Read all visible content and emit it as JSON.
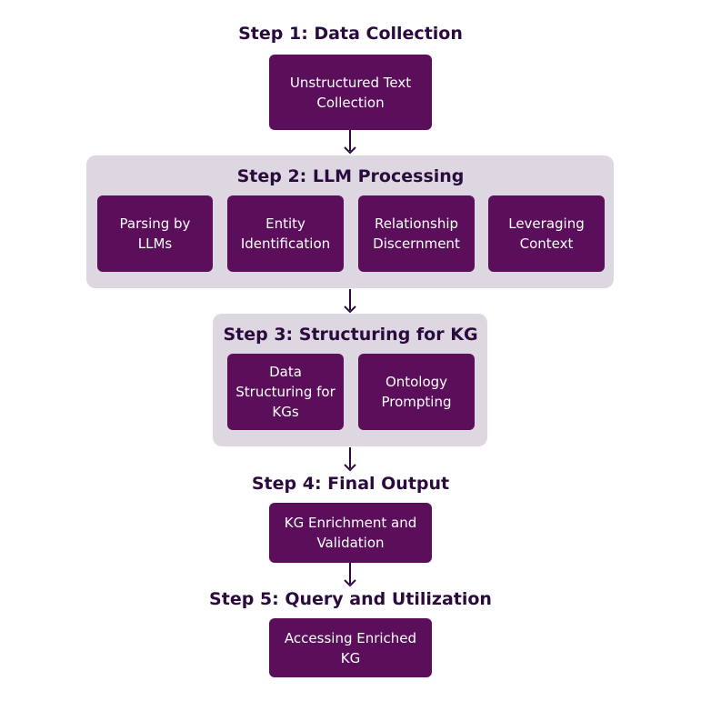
{
  "step1": {
    "title": "Step 1: Data Collection",
    "box": "Unstructured Text Collection"
  },
  "step2": {
    "title": "Step 2: LLM Processing",
    "boxes": [
      "Parsing by LLMs",
      "Entity Identification",
      "Relationship Discernment",
      "Leveraging Context"
    ]
  },
  "step3": {
    "title": "Step 3: Structuring for KG",
    "boxes": [
      "Data Structuring for KGs",
      "Ontology Prompting"
    ]
  },
  "step4": {
    "title": "Step 4: Final Output",
    "box": "KG Enrichment and Validation"
  },
  "step5": {
    "title": "Step 5: Query and Utilization",
    "box": "Accessing Enriched KG"
  },
  "colors": {
    "box": "#5b0f5b",
    "panel": "#dcd7e0",
    "title": "#2b0b3d",
    "arrow": "#2b0b3d"
  }
}
